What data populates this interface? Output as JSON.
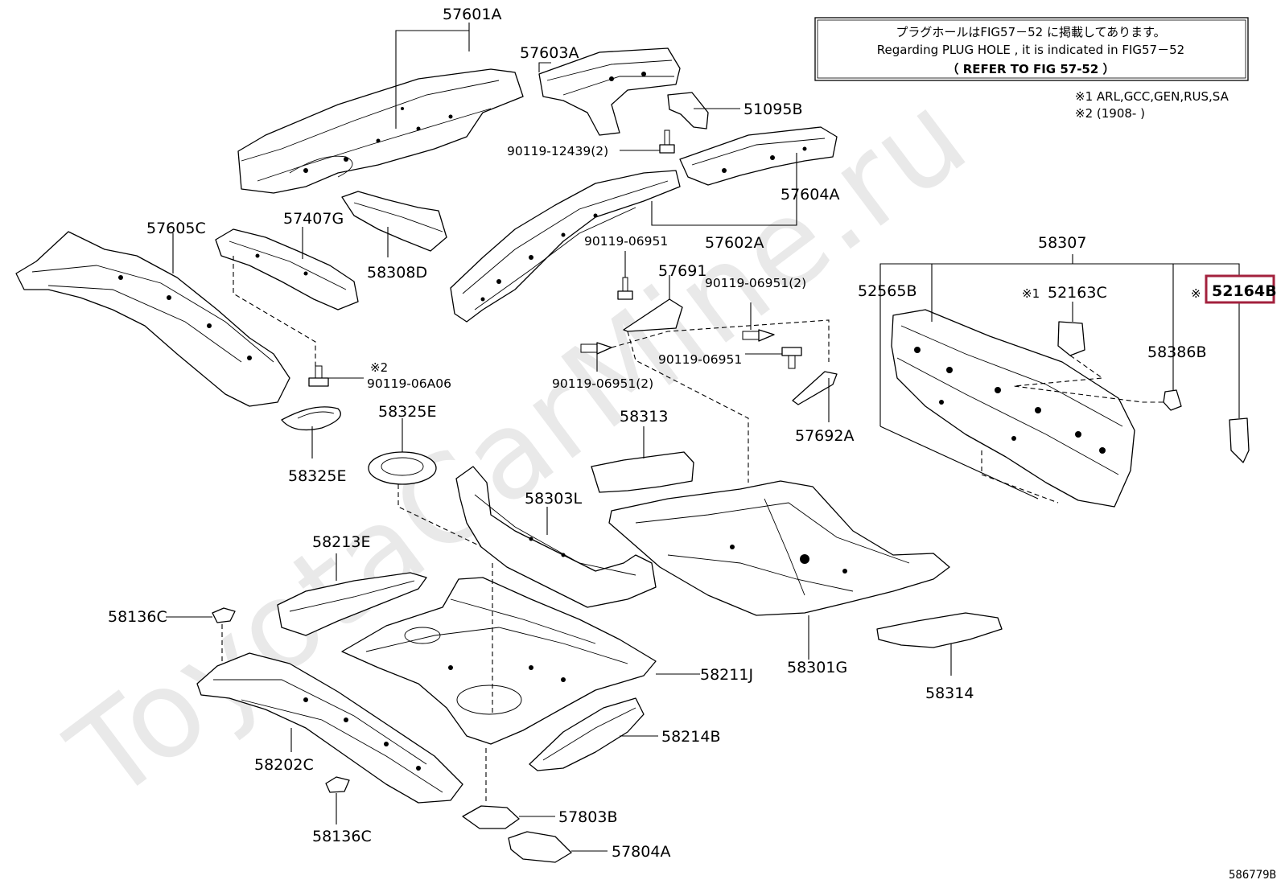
{
  "note_box": {
    "line_jp": "プラグホールはFIG57－52 に掲載してあります。",
    "line_en": "Regarding  PLUG  HOLE  ,  it  is  indicated  in  FIG57－52",
    "line_refer": "（   REFER  TO  FIG  57-52   ）"
  },
  "footnotes": {
    "note1": "※1  ARL,GCC,GEN,RUS,SA",
    "note2": "※2 (1908-      )"
  },
  "marks": {
    "m1": "※1",
    "m2": "※",
    "m3": "※2"
  },
  "watermark": "ToyotaCarMine.ru",
  "diagram_code": "586779B",
  "highlight_color": "#a3213d",
  "parts": {
    "p57601A": "57601A",
    "p57603A": "57603A",
    "p51095B": "51095B",
    "p90119_12439": "90119-12439(2)",
    "p57604A": "57604A",
    "p57605C": "57605C",
    "p57407G": "57407G",
    "p58308D": "58308D",
    "p90119_06951_a": "90119-06951",
    "p57602A": "57602A",
    "p58307": "58307",
    "p52565B": "52565B",
    "p52163C": "52163C",
    "p52164B": "52164B",
    "p57691": "57691",
    "p90119_06951_2a": "90119-06951(2)",
    "p58386B": "58386B",
    "p90119_06951_b": "90119-06951",
    "p90119_06A06": "90119-06A06",
    "p90119_06951_2b": "90119-06951(2)",
    "p57692A": "57692A",
    "p58325E_a": "58325E",
    "p58325E_b": "58325E",
    "p58313": "58313",
    "p58303L": "58303L",
    "p58213E": "58213E",
    "p58136C_a": "58136C",
    "p58211J": "58211J",
    "p58301G": "58301G",
    "p58314": "58314",
    "p58214B": "58214B",
    "p58202C": "58202C",
    "p58136C_b": "58136C",
    "p57803B": "57803B",
    "p57804A": "57804A"
  }
}
